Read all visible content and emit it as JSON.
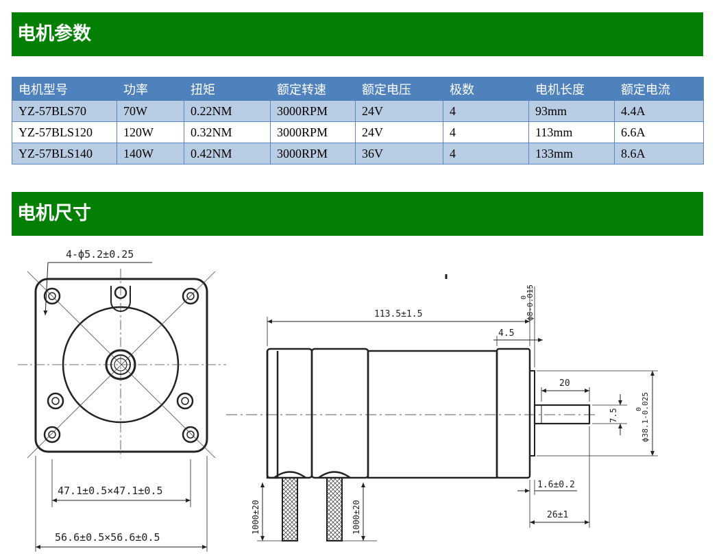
{
  "sections": {
    "params_title": "电机参数",
    "dims_title": "电机尺寸"
  },
  "table": {
    "headers": [
      "电机型号",
      "功率",
      "扭矩",
      "额定转速",
      "额定电压",
      "极数",
      "电机长度",
      "额定电流"
    ],
    "rows": [
      [
        "YZ-57BLS70",
        "70W",
        "0.22NM",
        "3000RPM",
        "24V",
        "4",
        "93mm",
        "4.4A"
      ],
      [
        "YZ-57BLS120",
        "120W",
        "0.32NM",
        "3000RPM",
        "24V",
        "4",
        "113mm",
        "6.6A"
      ],
      [
        "YZ-57BLS140",
        "140W",
        "0.42NM",
        "3000RPM",
        "36V",
        "4",
        "133mm",
        "8.6A"
      ]
    ]
  },
  "drawing": {
    "hole_spec": "4-ф5.2±0.25",
    "inner_square": "47.1±0.5×47.1±0.5",
    "outer_square": "56.6±0.5×56.6±0.5",
    "total_length": "113.5±1.5",
    "flange_offset": "4.5",
    "shaft_tol_top": "0",
    "shaft_tol": "ф8-0.015",
    "shaft_length": "20",
    "flat_width": "7.5",
    "boss_tol_top": "0",
    "boss_dia": "ф38.1-0.025",
    "boss_height": "1.6±0.2",
    "shaft_total": "26±1",
    "lead_length_1": "1000±20",
    "lead_length_2": "1000±20"
  },
  "colors": {
    "banner": "#038003",
    "table_header": "#4f81bd",
    "table_row_alt": "#b8cce4"
  }
}
